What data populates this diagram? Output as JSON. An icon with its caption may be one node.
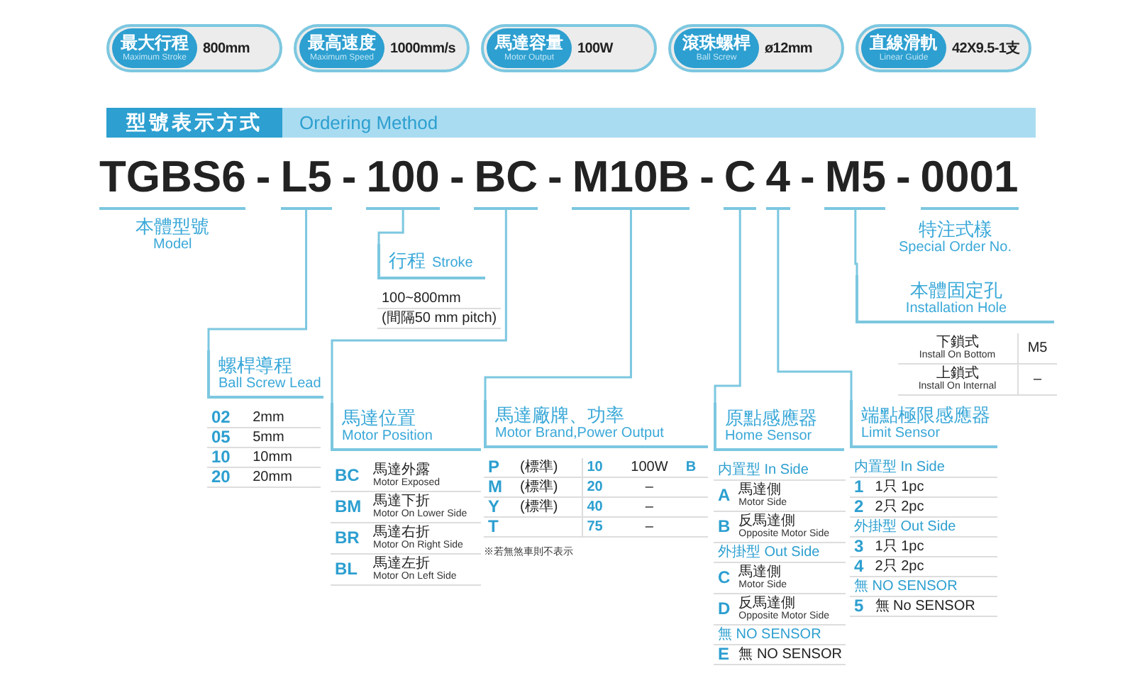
{
  "diagram": {
    "nodes": [
      {
        "text": [
          "最大行程",
          "Maximum Stroke",
          "800mm"
        ]
      },
      {
        "text": [
          "最高速度",
          "Maximum Speed",
          "1000mm/s"
        ]
      },
      {
        "text": [
          "馬達容量",
          "Motor Output",
          "100W"
        ]
      },
      {
        "text": [
          "滾珠螺桿",
          "Ball Screw",
          "ø12mm"
        ]
      },
      {
        "text": [
          "直線滑軌",
          "Linear Guide",
          "42X9.5-1支"
        ]
      },
      {
        "text": [
          "型號表示方式",
          "Ordering Method"
        ]
      },
      {
        "text": [
          "L5"
        ]
      },
      {
        "text": [
          "100"
        ]
      },
      {
        "text": [
          "BC"
        ]
      },
      {
        "text": [
          "M10B"
        ]
      },
      {
        "text": [
          "C"
        ]
      },
      {
        "text": [
          "4"
        ]
      },
      {
        "text": [
          "M5"
        ]
      },
      {
        "text": [
          "行程",
          "Stroke",
          "100~800mm",
          "(間隔50 mm pitch)"
        ]
      },
      {
        "text": [
          "螺桿導程",
          "Ball Screw Lead",
          "02",
          "2mm",
          "05",
          "5mm",
          "10",
          "10mm",
          "20",
          "20mm"
        ]
      },
      {
        "text": [
          "馬達位置",
          "Motor Position",
          "BC",
          "馬達外露",
          "Motor Exposed",
          "BM",
          "馬達下折",
          "Motor On Lower Side",
          "BR",
          "馬達右折",
          "Motor On Right Side",
          "BL",
          "馬達左折",
          "Motor On Left Side"
        ]
      },
      {
        "text": [
          "馬達廠牌、功率",
          "Motor Brand,Power Output",
          "P",
          "(標準)",
          "10",
          "100W",
          "B",
          "M",
          "(標準)",
          "20",
          "–",
          "Y",
          "(標準)",
          "40",
          "–",
          "T",
          "75",
          "–"
        ],
        "beside": [
          "※若無煞車則不表示"
        ]
      },
      {
        "text": [
          "原點感應器",
          "Home Sensor",
          "内置型 In Side",
          "A",
          "馬達側",
          "Motor Side",
          "B",
          "反馬達側",
          "Opposite Motor Side",
          "外掛型 Out Side",
          "C",
          "馬達側",
          "Motor Side",
          "D",
          "反馬達側",
          "Opposite Motor Side",
          "無 NO SENSOR",
          "E",
          "無 NO SENSOR"
        ]
      },
      {
        "text": [
          "端點極限感應器",
          "Limit Sensor",
          "内置型 In Side",
          "1",
          "1只 1pc",
          "2",
          "2只 2pc",
          "外掛型 Out Side",
          "3",
          "1只 1pc",
          "4",
          "2只 2pc",
          "無 NO SENSOR",
          "5",
          "無 No SENSOR"
        ]
      },
      {
        "text": [
          "本體固定孔",
          "Installation Hole",
          "下鎖式",
          "Install On Bottom",
          "M5",
          "上鎖式",
          "Install On Internal",
          "–"
        ]
      }
    ],
    "edges": [
      {
        "from": 6,
        "to": 14,
        "arrow": "none"
      },
      {
        "from": 7,
        "to": 13,
        "arrow": "none"
      },
      {
        "from": 8,
        "to": 15,
        "arrow": "none"
      },
      {
        "from": 9,
        "to": 16,
        "arrow": "none"
      },
      {
        "from": 10,
        "to": 17,
        "arrow": "none"
      },
      {
        "from": 11,
        "to": 18,
        "arrow": "none"
      },
      {
        "from": 12,
        "to": 19,
        "arrow": "none"
      }
    ],
    "labels": [
      "TGBS6",
      "-",
      "-",
      "-",
      "-",
      "-",
      "-",
      "-",
      "0001",
      "本體型號",
      "Model",
      "特注式樣",
      "Special Order No."
    ]
  }
}
